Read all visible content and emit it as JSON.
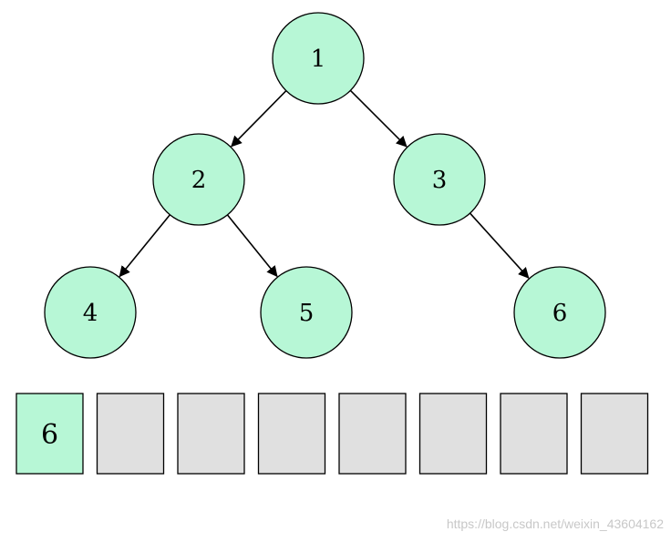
{
  "tree": {
    "nodes": [
      {
        "id": "1",
        "label": "1"
      },
      {
        "id": "2",
        "label": "2"
      },
      {
        "id": "3",
        "label": "3"
      },
      {
        "id": "4",
        "label": "4"
      },
      {
        "id": "5",
        "label": "5"
      },
      {
        "id": "6",
        "label": "6"
      }
    ],
    "edges": [
      {
        "from": "1",
        "to": "2"
      },
      {
        "from": "1",
        "to": "3"
      },
      {
        "from": "2",
        "to": "4"
      },
      {
        "from": "2",
        "to": "5"
      },
      {
        "from": "3",
        "to": "6"
      }
    ]
  },
  "array": {
    "cells": [
      "6",
      "",
      "",
      "",
      "",
      "",
      "",
      ""
    ],
    "filled_count": 1
  },
  "colors": {
    "node_fill": "#b7f7d6",
    "filled_cell": "#b7f7d6",
    "empty_cell": "#e0e0e0",
    "stroke": "#000000"
  },
  "watermark": "https://blog.csdn.net/weixin_43604162"
}
